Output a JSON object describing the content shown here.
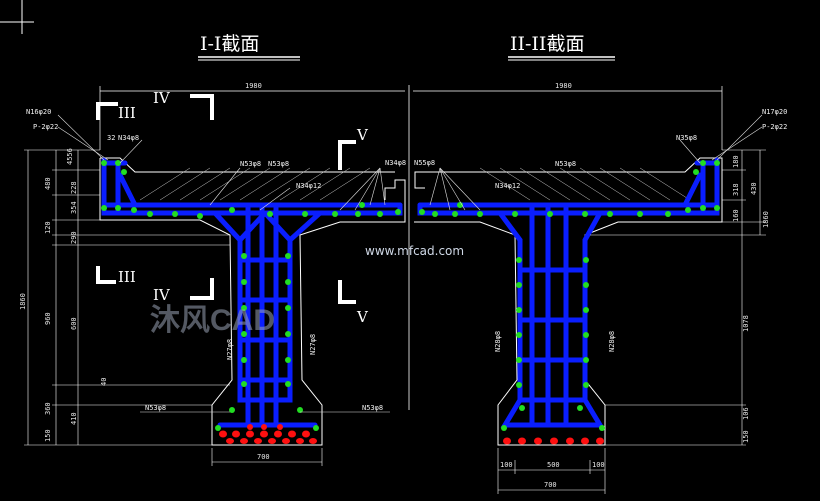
{
  "titles": {
    "left": "I-I截面",
    "right": "II-II截面"
  },
  "dimensions": {
    "top_width_left": "1980",
    "top_width_right": "1980",
    "bottom_width_left": "700",
    "bottom_width_right": "700",
    "bottom_split": [
      "100",
      "500",
      "100"
    ],
    "left_height_total": "1860",
    "left_segments": [
      "4556",
      "480",
      "228",
      "354",
      "120",
      "290",
      "960",
      "600",
      "360",
      "410",
      "150"
    ],
    "right_segments": [
      "180",
      "318",
      "430",
      "160",
      "1860",
      "1078",
      "106",
      "150"
    ],
    "cut_angle": "40"
  },
  "rebar_labels": {
    "left_top": [
      "N16φ20",
      "P-2φ22",
      "32",
      "N34φ8"
    ],
    "right_top": [
      "N17φ20",
      "P-2φ22",
      "N35φ8"
    ],
    "deck_left": [
      "N53φ8",
      "N53φ8",
      "N34φ12",
      "N34φ8"
    ],
    "deck_right": [
      "N55φ8",
      "N53φ8",
      "N34φ12"
    ],
    "web_left": [
      "N27φ8",
      "N27φ8"
    ],
    "web_right": [
      "N28φ8",
      "N28φ8"
    ],
    "bottom_left": [
      "N53φ8",
      "N53φ8"
    ]
  },
  "section_marks": {
    "iii": "III",
    "iv": "IV",
    "v": "V"
  },
  "watermark": {
    "url": "www.mfcad.com",
    "brand": "沐风CAD"
  },
  "colors": {
    "background": "#000000",
    "rebar": "#0a1eff",
    "stirrup_node": "#22dd22",
    "main_bar": "#ff1010",
    "outline": "#ffffff"
  }
}
